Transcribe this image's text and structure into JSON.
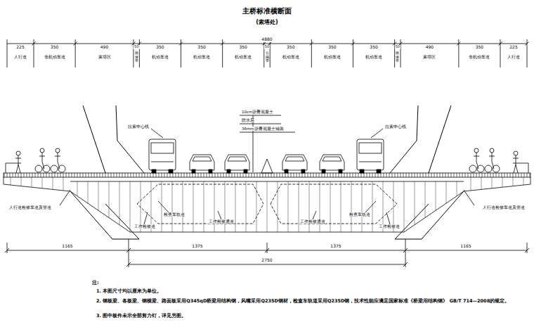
{
  "diagram": {
    "title": "主桥标准横断面",
    "labels": [
      "(索塔处)",
      "4880",
      "225",
      "350",
      "490",
      "50",
      "350",
      "350",
      "350",
      "50",
      "350",
      "350",
      "350",
      "50",
      "490",
      "350",
      "225",
      "人行道",
      "非机动车道",
      "索塔区",
      "路缘带",
      "机动车道",
      "机动车道",
      "机动车道",
      "分隔带",
      "机动车道",
      "机动车道",
      "机动车道",
      "路缘带",
      "索塔区",
      "非机动车道",
      "人行道",
      "10cm沥青混凝土",
      "防水层",
      "36mm沥青混凝土铺装",
      "拉索中心线",
      "拉索中心线",
      "人行道检修车道及管道",
      "人行道检修车道及管道",
      "检查车轨道",
      "检查车轨道",
      "工作检修道",
      "工作检修道",
      "工作检修通道",
      "工作检修通道",
      "1165",
      "1375",
      "1375",
      "1165",
      "2750",
      "注:",
      "1. 本图尺寸均以厘米为单位。",
      "2. 钢板梁、各板梁、钢横梁、路面板采用Q345qD桥梁用结构钢，风嘴采用Q235D钢材，检查车轨道采用Q235D钢，技术性能应满足国家标准《桥梁用结构钢》 GB/T 714—2008的规定。",
      "3. 图中板件未示全部剪力钉，详见另图。"
    ]
  }
}
